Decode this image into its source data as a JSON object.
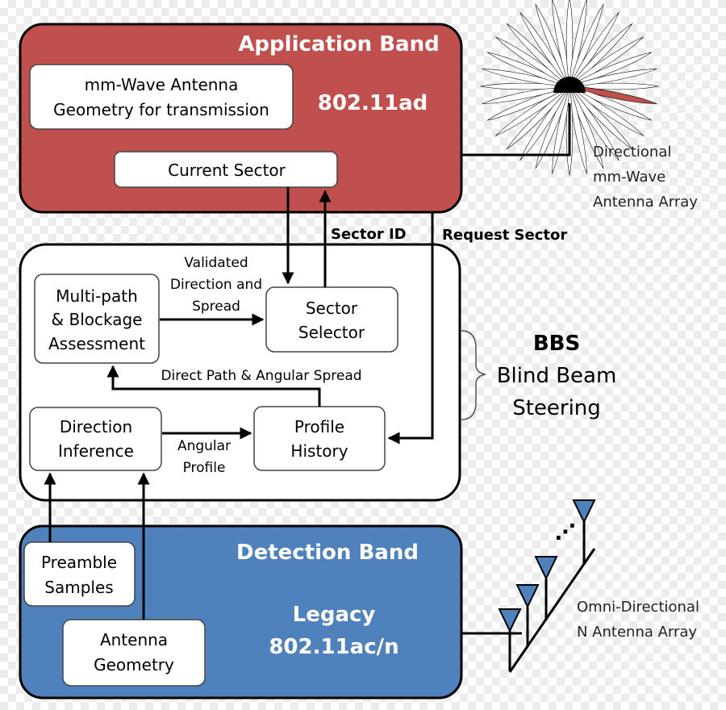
{
  "application_band": {
    "title": "Application Band",
    "standard": "802.11ad",
    "antenna_geometry": [
      "mm-Wave Antenna",
      "Geometry for transmission"
    ],
    "current_sector": "Current Sector"
  },
  "bbs": {
    "abbr": "BBS",
    "name_lines": [
      "Blind Beam",
      "Steering"
    ],
    "multipath": [
      "Multi-path",
      "& Blockage",
      "Assessment"
    ],
    "sector_selector": [
      "Sector",
      "Selector"
    ],
    "direction_inference": [
      "Direction",
      "Inference"
    ],
    "profile_history": [
      "Profile",
      "History"
    ],
    "validated_label": [
      "Validated",
      "Direction and",
      "Spread"
    ],
    "direct_path_label": "Direct Path & Angular Spread",
    "angular_profile_label": [
      "Angular",
      "Profile"
    ]
  },
  "links": {
    "sector_id": "Sector ID",
    "request_sector": "Request Sector"
  },
  "detection_band": {
    "title": "Detection Band",
    "standard_lines": [
      "Legacy",
      "802.11ac/n"
    ],
    "preamble": [
      "Preamble",
      "Samples"
    ],
    "antenna_geometry": [
      "Antenna",
      "Geometry"
    ]
  },
  "directional_antenna_label": [
    "Directional",
    "mm-Wave",
    "Antenna Array"
  ],
  "omni_antenna_label": [
    "Omni-Directional",
    "N Antenna Array"
  ],
  "ellipsis": "⋰",
  "colors": {
    "application_band": "#c0504d",
    "detection_band": "#4f81bd",
    "antenna_element": "#4f81bd",
    "beam_highlight": "#c0504d"
  },
  "icons": {
    "directional_array": "petal-beam-pattern-icon",
    "omni_array": "triangle-antenna-array-icon"
  }
}
